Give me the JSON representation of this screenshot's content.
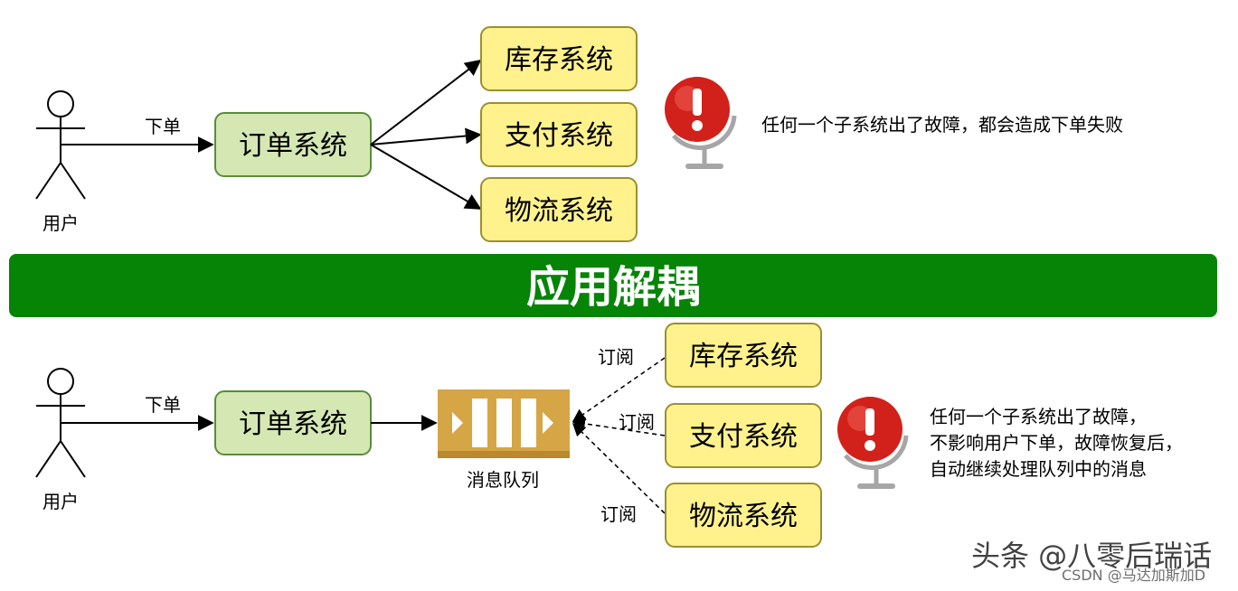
{
  "colors": {
    "green_box_fill": "#d5e8b4",
    "green_box_stroke": "#5a8c3a",
    "yellow_box_fill": "#fff28c",
    "yellow_box_stroke": "#9a8f33",
    "banner_fill": "#058405",
    "queue_fill": "#d5a546",
    "alert_red": "#d2211a",
    "globe_gray": "#a6a6a6"
  },
  "top": {
    "user_label": "用户",
    "order_label": "下单",
    "order_system": "订单系统",
    "subsystems": [
      "库存系统",
      "支付系统",
      "物流系统"
    ],
    "note": "任何一个子系统出了故障，都会造成下单失败"
  },
  "banner": {
    "title": "应用解耦"
  },
  "bottom": {
    "user_label": "用户",
    "order_label": "下单",
    "order_system": "订单系统",
    "queue_label": "消息队列",
    "subscribe_labels": [
      "订阅",
      "订阅",
      "订阅"
    ],
    "subsystems": [
      "库存系统",
      "支付系统",
      "物流系统"
    ],
    "note_lines": [
      "任何一个子系统出了故障，",
      "不影响用户下单，故障恢复后，",
      "自动继续处理队列中的消息"
    ]
  },
  "watermark": {
    "main": "头条 @八零后瑞话",
    "sub": "CSDN @马达加斯加D"
  }
}
